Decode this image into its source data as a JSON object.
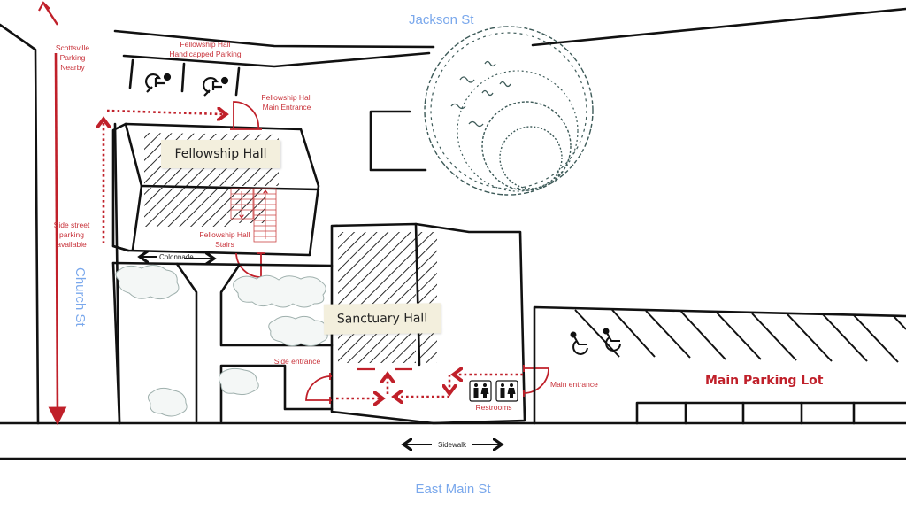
{
  "map": {
    "streets": {
      "north": "Jackson St",
      "west": "Church St",
      "south": "East Main St"
    },
    "buildings": {
      "fellowship_hall": "Fellowship Hall",
      "sanctuary_hall": "Sanctuary Hall"
    },
    "labels": {
      "scottsville_parking": [
        "Scottsville",
        "Parking",
        "Nearby"
      ],
      "fh_handicapped_parking": [
        "Fellowship Hall",
        "Handicapped Parking"
      ],
      "fh_main_entrance": [
        "Fellowship Hall",
        "Main Entrance"
      ],
      "side_street_parking": [
        "Side street",
        "parking",
        "available"
      ],
      "fh_stairs": [
        "Fellowship Hall",
        "Stairs"
      ],
      "colonnade": "Colonnade",
      "side_entrance": "Side entrance",
      "restrooms": "Restrooms",
      "main_entrance": "Main entrance",
      "main_parking_lot": "Main Parking Lot",
      "sidewalk": "Sidewalk"
    },
    "icons": {
      "accessible_parking": "wheelchair-icon",
      "restroom": "restroom-icon"
    },
    "colors": {
      "route_red": "#c0202a",
      "street_blue": "#7aa8ec",
      "label_bg": "#f3efdd",
      "tree": "#3d5a58"
    }
  }
}
